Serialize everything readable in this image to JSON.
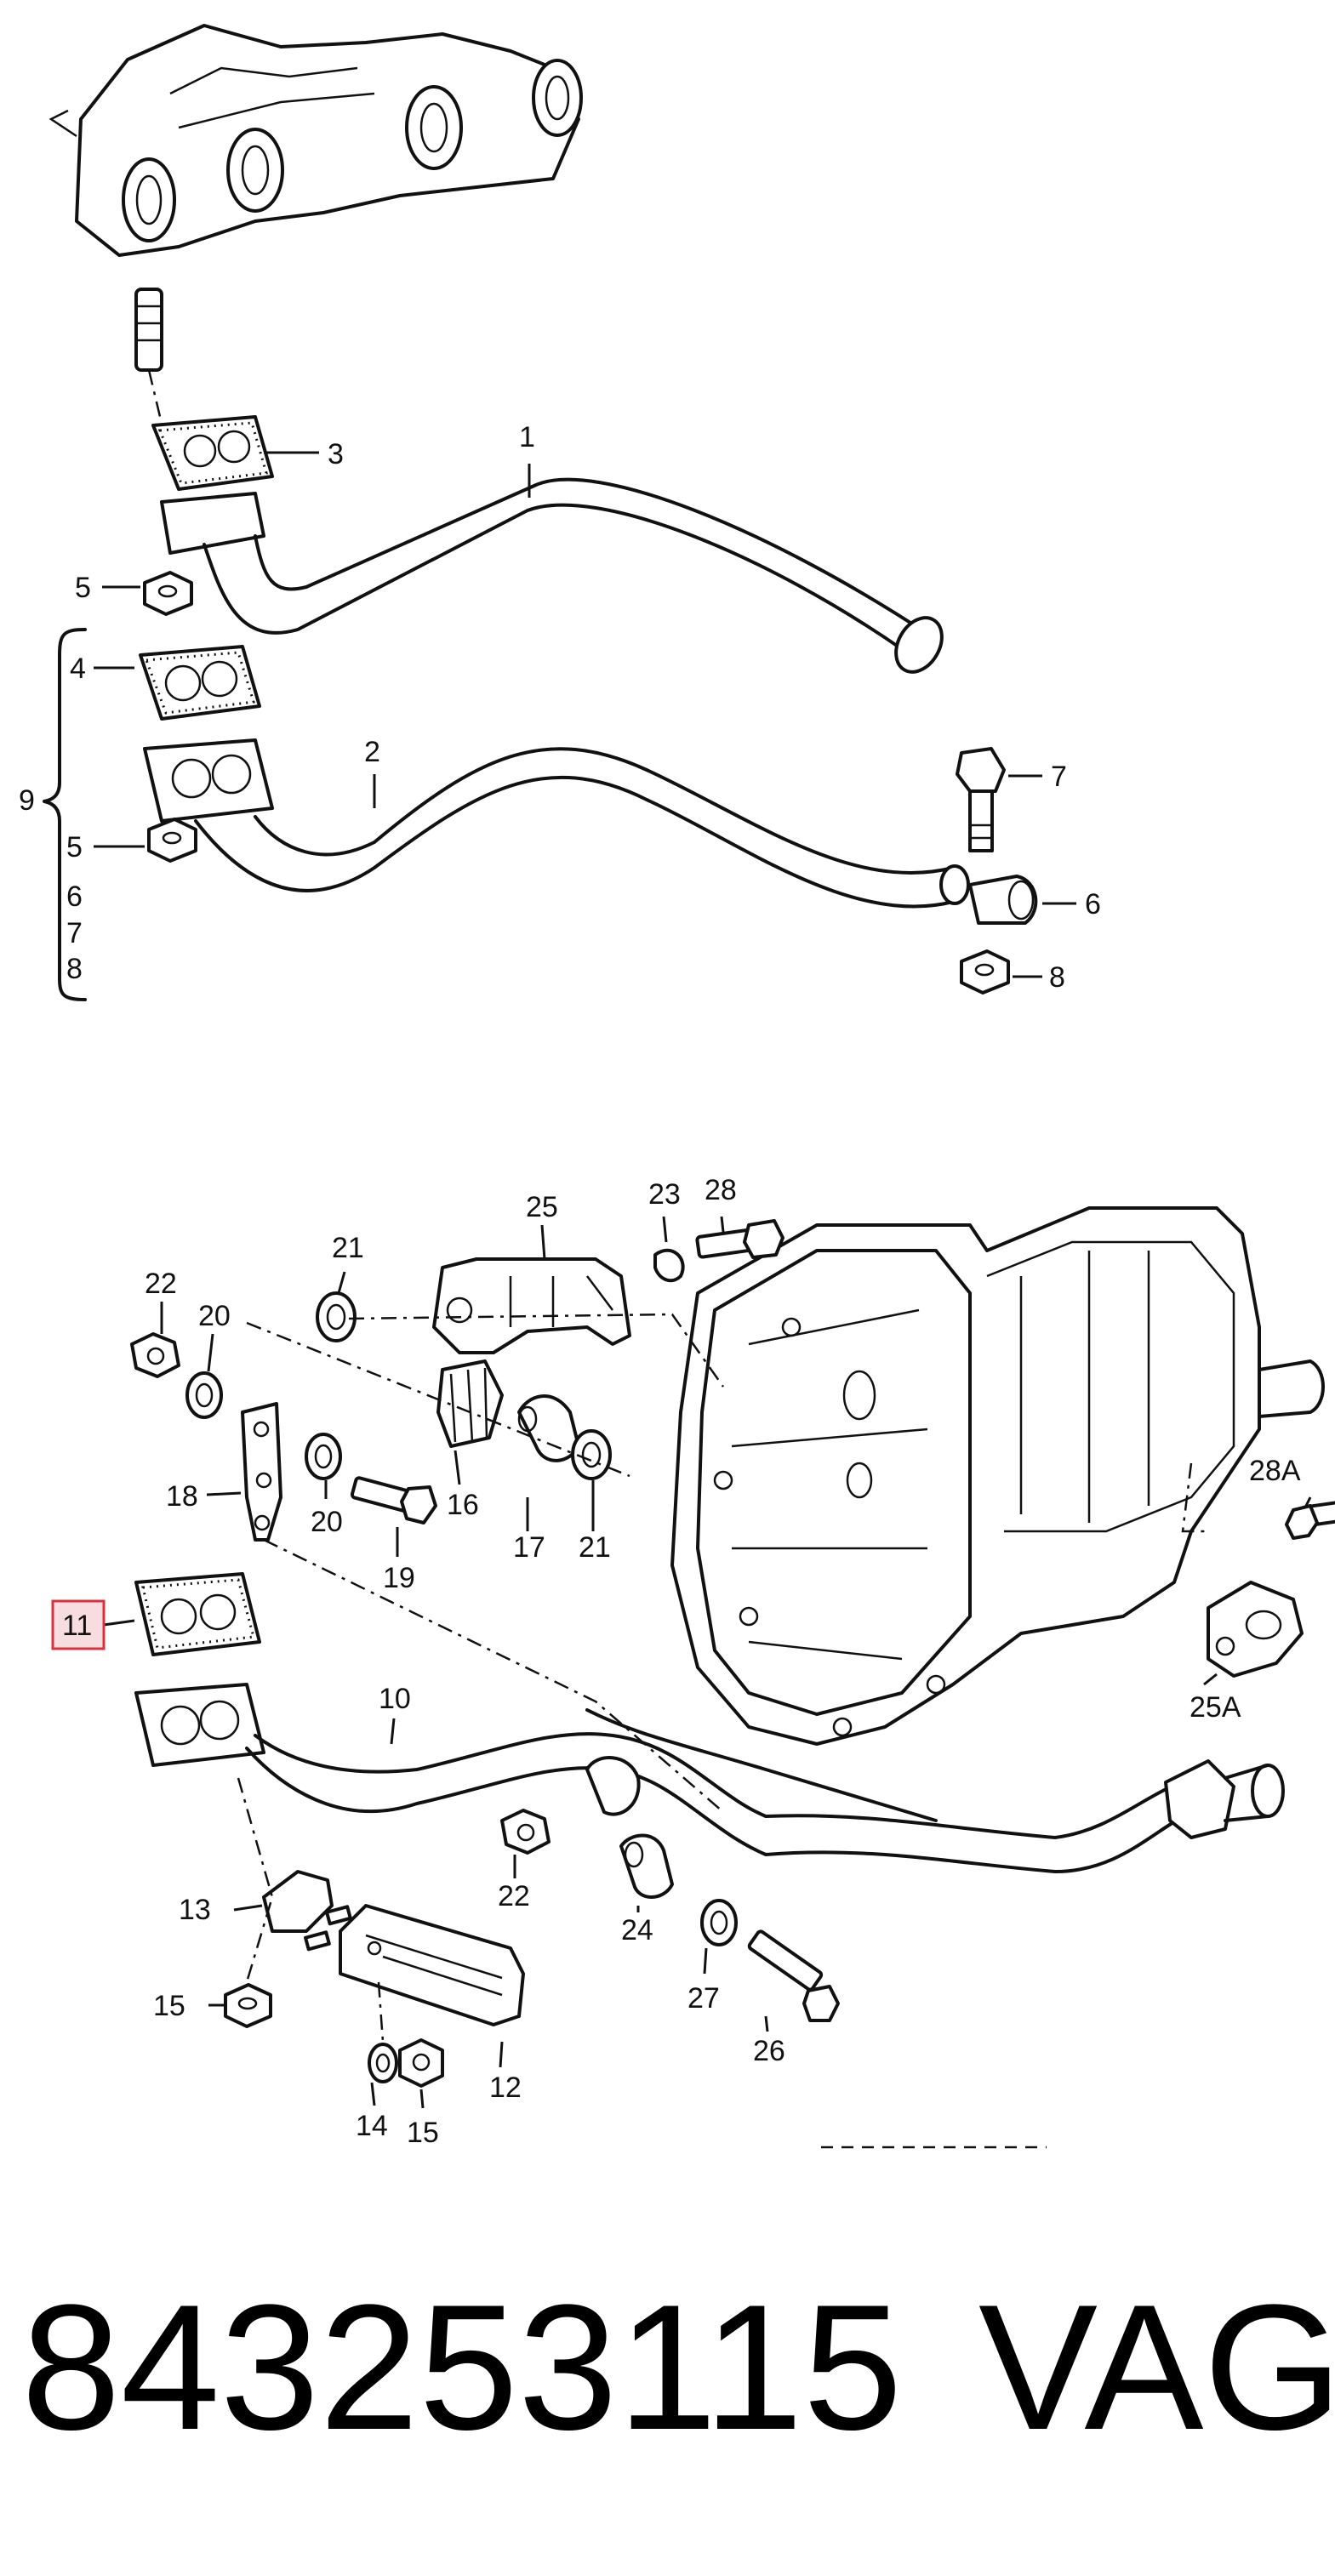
{
  "callouts": {
    "c1": "1",
    "c2": "2",
    "c3": "3",
    "c4": "4",
    "c5a": "5",
    "c5b": "5",
    "c6a": "6",
    "c6b": "6",
    "c7a": "7",
    "c7b": "7",
    "c8a": "8",
    "c8b": "8",
    "c9": "9",
    "c10": "10",
    "c11": "11",
    "c12": "12",
    "c13": "13",
    "c14": "14",
    "c15a": "15",
    "c15b": "15",
    "c16": "16",
    "c17": "17",
    "c18": "18",
    "c19": "19",
    "c20a": "20",
    "c20b": "20",
    "c21a": "21",
    "c21b": "21",
    "c22a": "22",
    "c22b": "22",
    "c23": "23",
    "c24": "24",
    "c25": "25",
    "c25A": "25A",
    "c26": "26",
    "c27": "27",
    "c28": "28",
    "c28A": "28A"
  },
  "highlighted_callout": "11",
  "highlight_color": "#d8323f",
  "part_number": "843253115",
  "brand": "VAG"
}
